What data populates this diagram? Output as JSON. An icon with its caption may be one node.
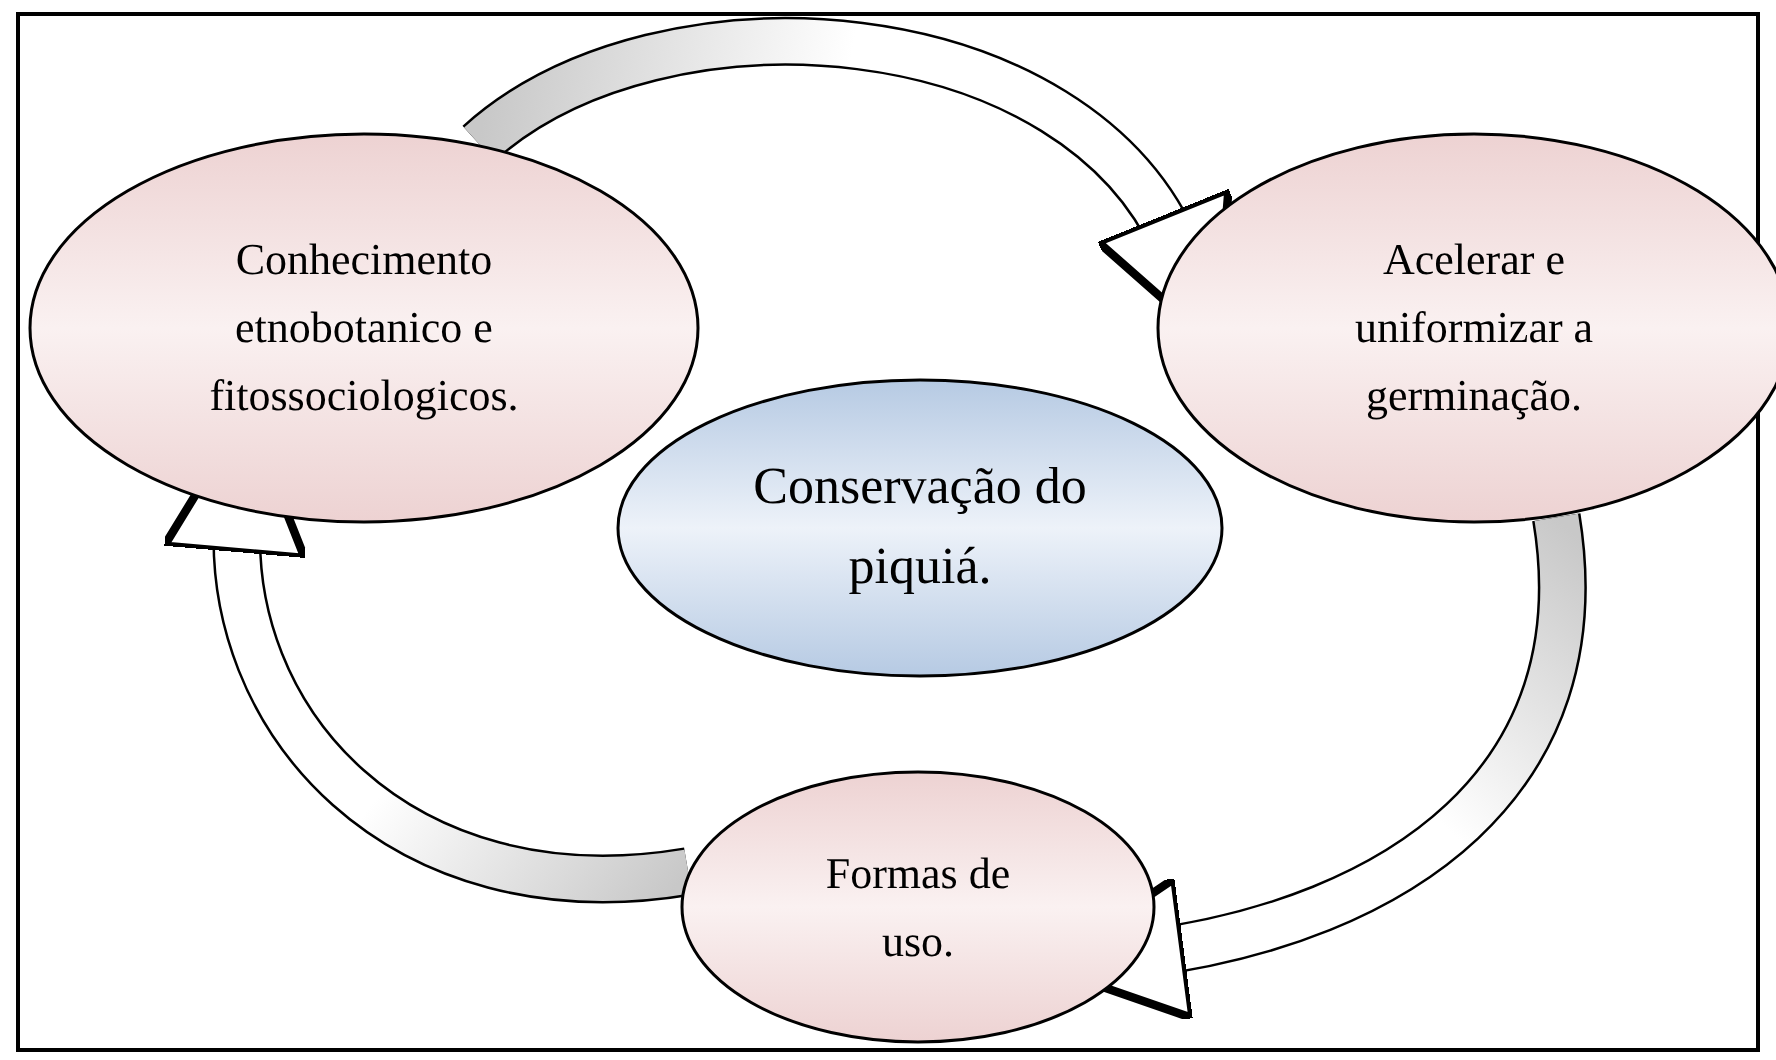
{
  "diagram": {
    "nodes": [
      {
        "text": [
          "Conhecimento etnobotanico e fitossociologicos."
        ]
      },
      {
        "text": [
          "Acelerar e uniformizar a germinação."
        ]
      },
      {
        "text": [
          "Conservação do piquiá."
        ]
      },
      {
        "text": [
          "Formas de uso."
        ]
      }
    ],
    "edges": [
      {
        "from": 0,
        "to": 1,
        "arrow": "to"
      },
      {
        "from": 1,
        "to": 3,
        "arrow": "to"
      },
      {
        "from": 3,
        "to": 0,
        "arrow": "to"
      }
    ]
  }
}
